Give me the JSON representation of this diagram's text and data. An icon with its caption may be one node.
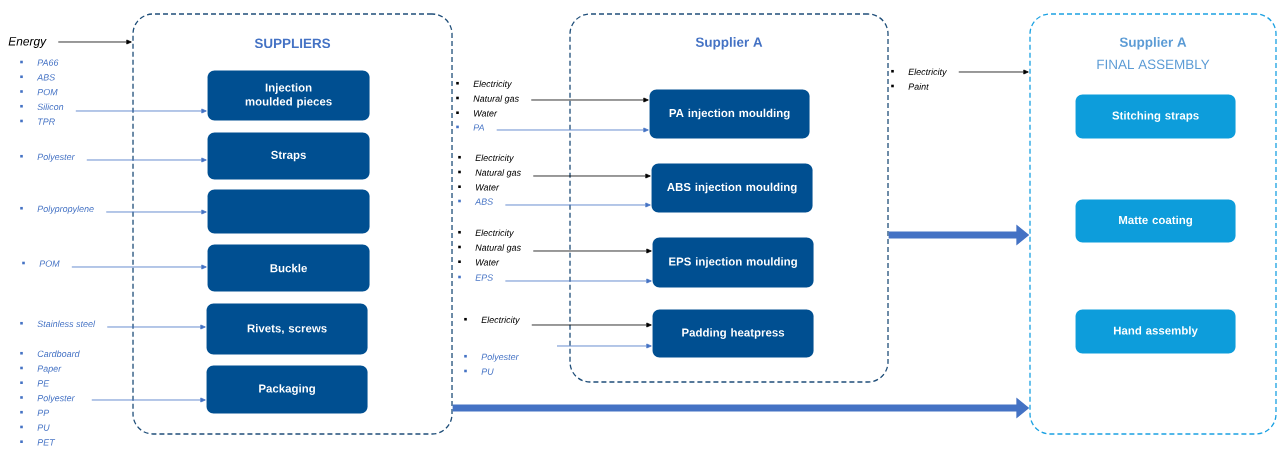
{
  "diagram": {
    "nodes": [
      {
        "text": [
          "SUPPLIERS"
        ]
      },
      {
        "text": [
          "Injection moulded pieces"
        ],
        "in": 0
      },
      {
        "text": [
          "Straps"
        ],
        "in": 0
      },
      {
        "text": [],
        "shape": "box",
        "in": 0
      },
      {
        "text": [
          "Buckle"
        ],
        "in": 0
      },
      {
        "text": [
          "Rivets, screws"
        ],
        "in": 0
      },
      {
        "text": [
          "Packaging"
        ],
        "in": 0
      },
      {
        "text": [
          "Supplier A"
        ]
      },
      {
        "text": [
          "PA injection moulding"
        ],
        "in": 7
      },
      {
        "text": [
          "ABS injection moulding"
        ],
        "in": 7
      },
      {
        "text": [
          "EPS injection moulding"
        ],
        "in": 7
      },
      {
        "text": [
          "Padding  heatpress"
        ],
        "in": 7
      },
      {
        "text": [
          "Supplier A",
          "FINAL ASSEMBLY"
        ]
      },
      {
        "text": [
          "Stitching straps"
        ],
        "in": 12
      },
      {
        "text": [
          "Matte coating"
        ],
        "in": 12
      },
      {
        "text": [
          "Hand assembly"
        ],
        "in": 12
      },
      {
        "text": [
          "Energy"
        ]
      },
      {
        "text": [
          "PA66",
          "ABS",
          "POM",
          "Silicon",
          "TPR"
        ]
      },
      {
        "text": [
          "Polyester"
        ]
      },
      {
        "text": [
          "Polypropylene"
        ]
      },
      {
        "text": [
          "POM"
        ]
      },
      {
        "text": [
          "Stainless steel"
        ]
      },
      {
        "text": [
          "Cardboard",
          "Paper",
          "PE",
          "Polyester",
          "PP",
          "PU",
          "PET"
        ]
      },
      {
        "text": [
          "Electricity",
          "Natural gas",
          "Water"
        ]
      },
      {
        "text": [
          "PA"
        ]
      },
      {
        "text": [
          "Electricity",
          "Natural gas",
          "Water"
        ]
      },
      {
        "text": [
          "ABS"
        ]
      },
      {
        "text": [
          "Electricity",
          "Natural gas",
          "Water"
        ]
      },
      {
        "text": [
          "EPS"
        ]
      },
      {
        "text": [
          "Electricity"
        ]
      },
      {
        "text": [
          "Polyester",
          "PU"
        ]
      },
      {
        "text": [
          "Electricity",
          "Paint"
        ]
      }
    ],
    "edges": [
      {
        "from": 16,
        "to": 0,
        "arrow": "to",
        "color": "#000000"
      },
      {
        "from": 17,
        "to": 1,
        "arrow": "to"
      },
      {
        "from": 18,
        "to": 2,
        "arrow": "to"
      },
      {
        "from": 19,
        "to": 3,
        "arrow": "to"
      },
      {
        "from": 20,
        "to": 4,
        "arrow": "to"
      },
      {
        "from": 21,
        "to": 5,
        "arrow": "to"
      },
      {
        "from": 22,
        "to": 6,
        "arrow": "to"
      },
      {
        "from": 23,
        "to": 8,
        "arrow": "to",
        "color": "#000000"
      },
      {
        "from": 24,
        "to": 8,
        "arrow": "to"
      },
      {
        "from": 25,
        "to": 9,
        "arrow": "to",
        "color": "#000000"
      },
      {
        "from": 26,
        "to": 9,
        "arrow": "to"
      },
      {
        "from": 27,
        "to": 10,
        "arrow": "to",
        "color": "#000000"
      },
      {
        "from": 28,
        "to": 10,
        "arrow": "to"
      },
      {
        "from": 29,
        "to": 11,
        "arrow": "to",
        "color": "#000000"
      },
      {
        "from": 30,
        "to": 11,
        "arrow": "to"
      },
      {
        "from": 31,
        "to": 12,
        "arrow": "to",
        "color": "#000000"
      },
      {
        "from": 7,
        "to": 12,
        "arrow": "to",
        "style": "thick"
      },
      {
        "from": 0,
        "to": 12,
        "arrow": "to",
        "style": "thick"
      }
    ]
  }
}
